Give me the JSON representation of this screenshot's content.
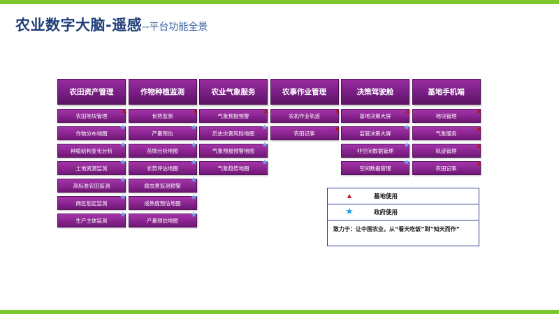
{
  "title": {
    "main": "农业数字大脑-遥感",
    "sub": "--平台功能全景"
  },
  "colors": {
    "accent_green": "#7dc82e",
    "title_blue": "#1f3f7a",
    "tile_purple": "#8a2490",
    "base_marker": "#b0181e",
    "gov_marker": "#1c9de0"
  },
  "columns": [
    {
      "header": "农田资产管理",
      "items": [
        {
          "label": "农田地块管理",
          "marker": "triangle"
        },
        {
          "label": "作物分布地图",
          "marker": "star"
        },
        {
          "label": "种植结构变化分析",
          "marker": "star"
        },
        {
          "label": "土地资源监测",
          "marker": "star"
        },
        {
          "label": "高标准农田监测",
          "marker": "star"
        },
        {
          "label": "两区划定监测",
          "marker": "star"
        },
        {
          "label": "生产主体监测",
          "marker": "star"
        }
      ]
    },
    {
      "header": "作物种植监测",
      "items": [
        {
          "label": "长势监测",
          "marker": "triangle"
        },
        {
          "label": "产量预估",
          "marker": "star"
        },
        {
          "label": "苗情分析地图",
          "marker": "star"
        },
        {
          "label": "长势评估地图",
          "marker": "star"
        },
        {
          "label": "病虫害监测预警",
          "marker": "star"
        },
        {
          "label": "成熟度预估地图",
          "marker": "star"
        },
        {
          "label": "产量预估地图",
          "marker": "star"
        }
      ]
    },
    {
      "header": "农业气象服务",
      "items": [
        {
          "label": "气象预报预警",
          "marker": "triangle"
        },
        {
          "label": "历史灾害风险地图",
          "marker": "star"
        },
        {
          "label": "气象预报预警地图",
          "marker": "star"
        },
        {
          "label": "气象趋势地图",
          "marker": "star"
        }
      ]
    },
    {
      "header": "农事作业管理",
      "items": [
        {
          "label": "农机作业轨迹",
          "marker": "triangle"
        },
        {
          "label": "农田记事",
          "marker": "triangle"
        }
      ]
    },
    {
      "header": "决策驾驶舱",
      "items": [
        {
          "label": "基地决策大屏",
          "marker": "triangle"
        },
        {
          "label": "监管决策大屏",
          "marker": "star"
        },
        {
          "label": "非空间数据管理",
          "marker": "star"
        },
        {
          "label": "空间数据管理",
          "marker": "star"
        }
      ]
    },
    {
      "header": "基地手机端",
      "items": [
        {
          "label": "地块管理",
          "marker": "triangle"
        },
        {
          "label": "气象服务",
          "marker": "triangle"
        },
        {
          "label": "轨迹管理",
          "marker": "triangle"
        },
        {
          "label": "农田记事",
          "marker": "triangle"
        }
      ]
    }
  ],
  "legend": {
    "base_label": "基地使用",
    "gov_label": "政府使用",
    "note": "致力于：让中国农业，从“看天吃饭”到”知天而作”"
  }
}
